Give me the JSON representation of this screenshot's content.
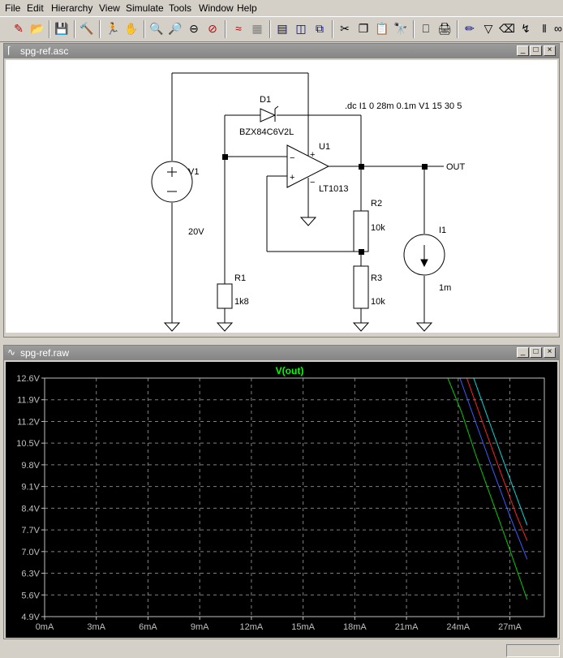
{
  "menu": [
    "File",
    "Edit",
    "Hierarchy",
    "View",
    "Simulate",
    "Tools",
    "Window",
    "Help"
  ],
  "schematic_window": {
    "title": "spg-ref.asc"
  },
  "waveform_window": {
    "title": "spg-ref.raw"
  },
  "schematic": {
    "directive": ".dc I1 0 28m 0.1m V1 15 30 5",
    "parts": {
      "V1": {
        "ref": "V1",
        "value": "20V"
      },
      "D1": {
        "ref": "D1",
        "value": "BZX84C6V2L"
      },
      "U1": {
        "ref": "U1",
        "value": "LT1013"
      },
      "R1": {
        "ref": "R1",
        "value": "1k8"
      },
      "R2": {
        "ref": "R2",
        "value": "10k"
      },
      "R3": {
        "ref": "R3",
        "value": "10k"
      },
      "I1": {
        "ref": "I1",
        "value": "1m"
      }
    },
    "opamp_minus": "−",
    "opamp_plus": "+",
    "net_label": "OUT"
  },
  "chart_data": {
    "type": "line",
    "title": "V(out)",
    "title_color": "#00ff00",
    "background": "#000000",
    "grid": true,
    "xlim": [
      0,
      29
    ],
    "ylim": [
      4.9,
      12.6
    ],
    "x_ticks": [
      0,
      3,
      6,
      9,
      12,
      15,
      18,
      21,
      24,
      27
    ],
    "x_tick_labels": [
      "0mA",
      "3mA",
      "6mA",
      "9mA",
      "12mA",
      "15mA",
      "18mA",
      "21mA",
      "24mA",
      "27mA"
    ],
    "y_ticks": [
      4.9,
      5.6,
      6.3,
      7.0,
      7.7,
      8.4,
      9.1,
      9.8,
      10.5,
      11.2,
      11.9,
      12.6
    ],
    "y_tick_labels": [
      "4.9V",
      "5.6V",
      "6.3V",
      "7.0V",
      "7.7V",
      "8.4V",
      "9.1V",
      "9.8V",
      "10.5V",
      "11.2V",
      "11.9V",
      "12.6V"
    ],
    "series": [
      {
        "color": "#00cc00",
        "x": [
          0,
          23.4,
          24.2,
          25.0,
          26.0,
          27.0,
          28.0
        ],
        "y": [
          12.6,
          12.6,
          11.5,
          10.15,
          8.6,
          7.05,
          5.45
        ]
      },
      {
        "color": "#3a5cff",
        "x": [
          0,
          24.1,
          25.0,
          26.0,
          27.0,
          28.0
        ],
        "y": [
          12.6,
          12.6,
          11.2,
          9.65,
          8.15,
          6.75
        ]
      },
      {
        "color": "#ff2020",
        "x": [
          0,
          24.5,
          25.4,
          26.4,
          27.4,
          28.0
        ],
        "y": [
          12.6,
          12.6,
          11.2,
          9.65,
          8.15,
          7.35
        ]
      },
      {
        "color": "#00d8d8",
        "x": [
          0,
          24.9,
          25.8,
          26.8,
          27.8,
          28.0
        ],
        "y": [
          12.6,
          12.6,
          11.2,
          9.65,
          8.15,
          7.85
        ]
      }
    ]
  }
}
